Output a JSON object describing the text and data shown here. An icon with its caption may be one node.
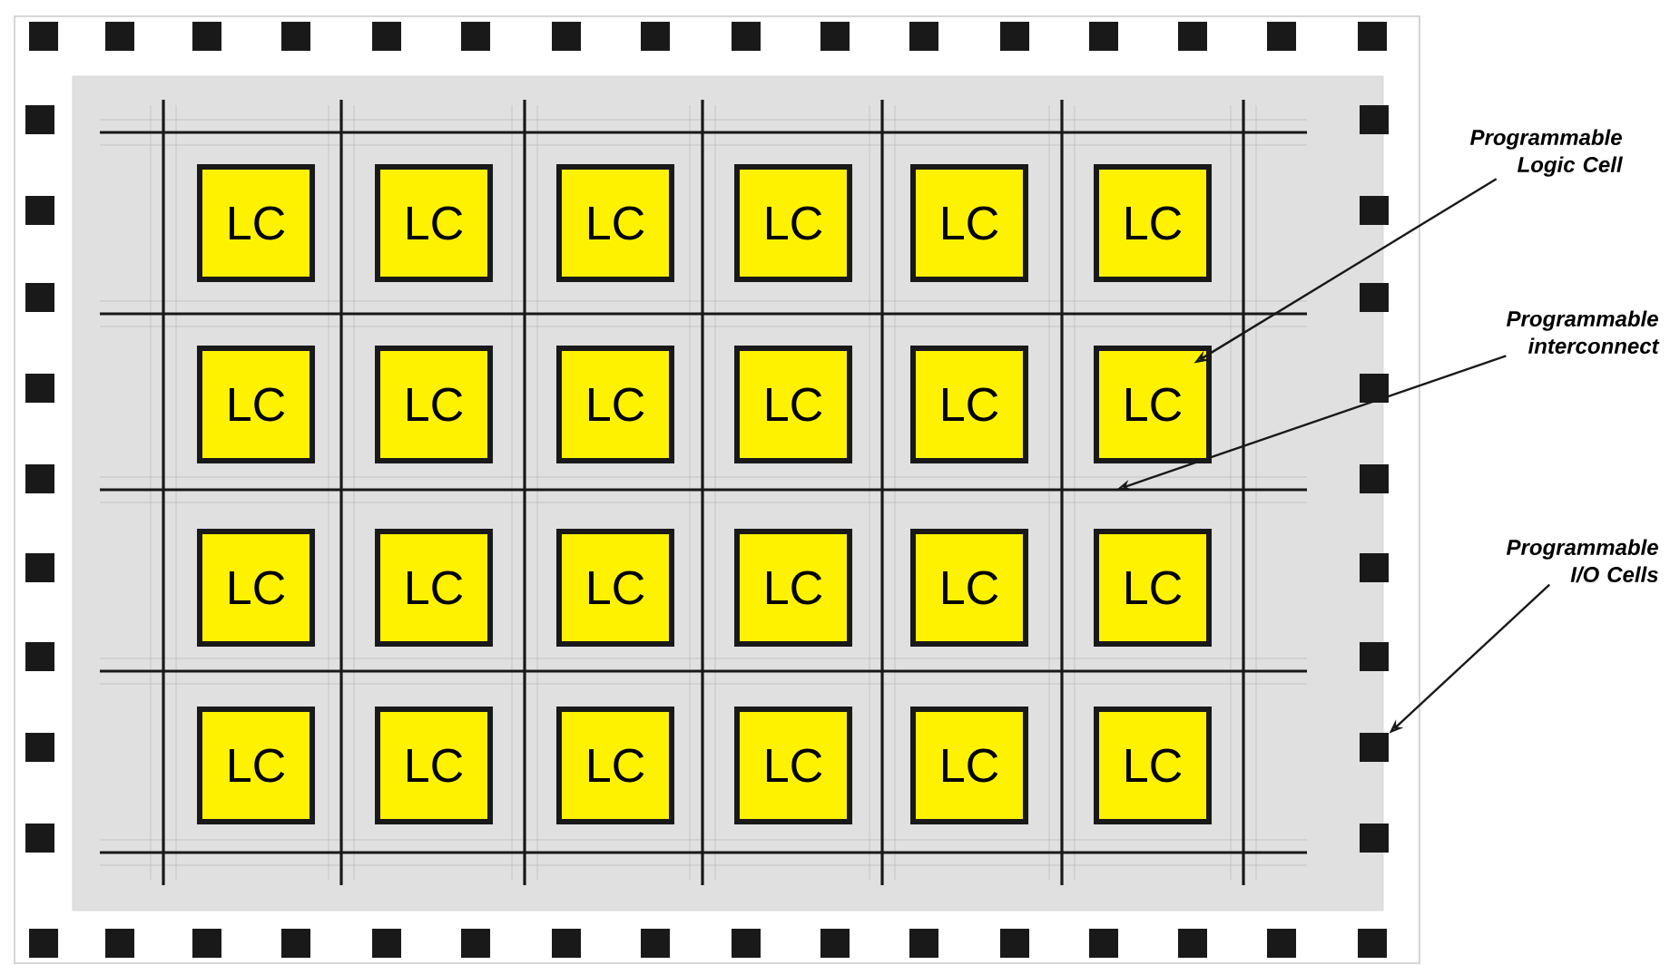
{
  "diagram": {
    "nodes": [
      {
        "text": [
          "LC"
        ]
      },
      {
        "text": [
          "LC"
        ]
      },
      {
        "text": [
          "LC"
        ]
      },
      {
        "text": [
          "LC"
        ]
      },
      {
        "text": [
          "LC"
        ]
      },
      {
        "text": [
          "LC"
        ]
      },
      {
        "text": [
          "LC"
        ]
      },
      {
        "text": [
          "LC"
        ]
      },
      {
        "text": [
          "LC"
        ]
      },
      {
        "text": [
          "LC"
        ]
      },
      {
        "text": [
          "LC"
        ]
      },
      {
        "text": [
          "LC"
        ]
      },
      {
        "text": [
          "LC"
        ]
      },
      {
        "text": [
          "LC"
        ]
      },
      {
        "text": [
          "LC"
        ]
      },
      {
        "text": [
          "LC"
        ]
      },
      {
        "text": [
          "LC"
        ]
      },
      {
        "text": [
          "LC"
        ]
      },
      {
        "text": [
          "LC"
        ]
      },
      {
        "text": [
          "LC"
        ]
      },
      {
        "text": [
          "LC"
        ]
      },
      {
        "text": [
          "LC"
        ]
      },
      {
        "text": [
          "LC"
        ]
      },
      {
        "text": [
          "LC"
        ]
      },
      {
        "text": [
          "Programmable Logic Cell"
        ]
      },
      {
        "text": [
          "Programmable interconnect"
        ]
      },
      {
        "text": [
          "Programmable I/O Cells"
        ]
      },
      {
        "text": [],
        "shape": "box"
      },
      {
        "text": [],
        "shape": "box"
      },
      {
        "text": [],
        "shape": "box"
      },
      {
        "text": [],
        "shape": "box"
      },
      {
        "text": [],
        "shape": "box"
      },
      {
        "text": [],
        "shape": "box"
      },
      {
        "text": [],
        "shape": "box"
      },
      {
        "text": [],
        "shape": "box"
      },
      {
        "text": [],
        "shape": "box"
      },
      {
        "text": [],
        "shape": "box"
      },
      {
        "text": [],
        "shape": "box"
      },
      {
        "text": [],
        "shape": "box"
      },
      {
        "text": [],
        "shape": "box"
      },
      {
        "text": [],
        "shape": "box"
      },
      {
        "text": [],
        "shape": "box"
      },
      {
        "text": [],
        "shape": "box"
      },
      {
        "text": [],
        "shape": "box"
      },
      {
        "text": [],
        "shape": "box"
      },
      {
        "text": [],
        "shape": "box"
      },
      {
        "text": [],
        "shape": "box"
      },
      {
        "text": [],
        "shape": "box"
      },
      {
        "text": [],
        "shape": "box"
      },
      {
        "text": [],
        "shape": "box"
      },
      {
        "text": [],
        "shape": "box"
      },
      {
        "text": [],
        "shape": "box"
      },
      {
        "text": [],
        "shape": "box"
      },
      {
        "text": [],
        "shape": "box"
      },
      {
        "text": [],
        "shape": "box"
      },
      {
        "text": [],
        "shape": "box"
      },
      {
        "text": [],
        "shape": "box"
      },
      {
        "text": [],
        "shape": "box"
      },
      {
        "text": [],
        "shape": "box"
      },
      {
        "text": [],
        "shape": "box"
      },
      {
        "text": [],
        "shape": "box"
      },
      {
        "text": [],
        "shape": "box"
      },
      {
        "text": [],
        "shape": "box"
      },
      {
        "text": [],
        "shape": "box"
      },
      {
        "text": [],
        "shape": "box"
      },
      {
        "text": [],
        "shape": "box"
      },
      {
        "text": [],
        "shape": "box"
      },
      {
        "text": [],
        "shape": "box"
      },
      {
        "text": [],
        "shape": "box"
      },
      {
        "text": [],
        "shape": "box"
      },
      {
        "text": [],
        "shape": "box"
      },
      {
        "text": [],
        "shape": "box"
      },
      {
        "text": [],
        "shape": "box"
      },
      {
        "text": [],
        "shape": "box"
      },
      {
        "text": [],
        "shape": "box"
      },
      {
        "text": [],
        "shape": "box"
      },
      {
        "text": [],
        "shape": "box"
      }
    ],
    "edges": [
      {
        "from": 24,
        "to": 11,
        "arrow": "to"
      },
      {
        "from": 25,
        "to": null,
        "arrow": "to"
      },
      {
        "from": 26,
        "to": 58,
        "arrow": "to"
      }
    ]
  }
}
